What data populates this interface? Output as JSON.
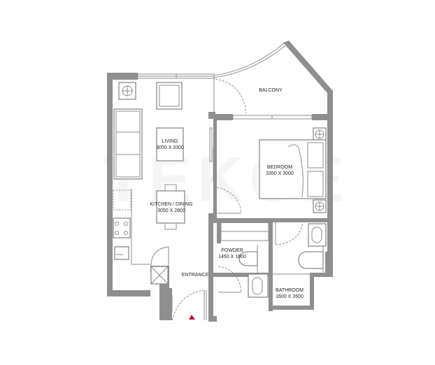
{
  "plan": {
    "watermark": "TEKCE",
    "rooms": [
      {
        "name": "BALCONY",
        "dims": ""
      },
      {
        "name": "LIVING",
        "dims": "3050 X 3300"
      },
      {
        "name": "BEDROOM",
        "dims": "3350 X 3000"
      },
      {
        "name": "KITCHEN / DINING",
        "dims": "3050 X 2800"
      },
      {
        "name": "POWDER",
        "dims": "1450 X 1600"
      },
      {
        "name": "BATHROOM",
        "dims": "1600 X 2600"
      },
      {
        "name": "ENTRANCE",
        "dims": ""
      }
    ],
    "entrance_marker_color": "#c8102e",
    "wall_color": "#8f8f8f"
  }
}
